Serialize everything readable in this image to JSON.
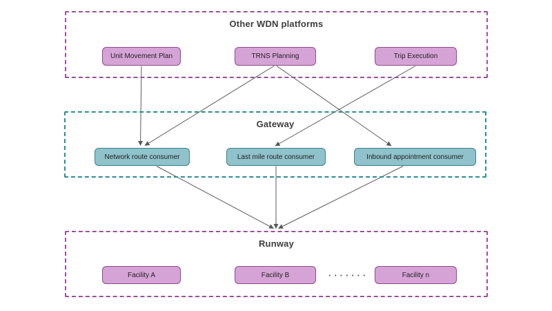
{
  "diagram": {
    "panels": [
      {
        "id": "other-wdn-platforms",
        "title": "Other WDN platforms"
      },
      {
        "id": "gateway",
        "title": "Gateway"
      },
      {
        "id": "runway",
        "title": "Runway"
      }
    ],
    "nodes": {
      "unit_movement_plan": {
        "label": "Unit Movement Plan"
      },
      "trns_planning": {
        "label": "TRNS Planning"
      },
      "trip_execution": {
        "label": "Trip Execution"
      },
      "network_route_consumer": {
        "label": "Network route consumer"
      },
      "last_mile_route_consumer": {
        "label": "Last mile route consumer"
      },
      "inbound_appointment_consumer": {
        "label": "Inbound appointment consumer"
      },
      "facility_a": {
        "label": "Facility A"
      },
      "facility_b": {
        "label": "Facility B"
      },
      "facility_n": {
        "label": "Facility n"
      }
    },
    "ellipsis_label": "·······",
    "edges": [
      {
        "from": "Unit Movement Plan",
        "to": "Network route consumer"
      },
      {
        "from": "TRNS Planning",
        "to": "Network route consumer"
      },
      {
        "from": "TRNS Planning",
        "to": "Inbound appointment consumer"
      },
      {
        "from": "Trip Execution",
        "to": "Last mile route consumer"
      },
      {
        "from": "Network route consumer",
        "to": "Runway"
      },
      {
        "from": "Last mile route consumer",
        "to": "Runway"
      },
      {
        "from": "Inbound appointment consumer",
        "to": "Runway"
      }
    ],
    "colors": {
      "background": "#ffffff",
      "purple_fill": "#d6a3d6",
      "purple_border": "#8a4a8d",
      "purple_dash": "#9c4e9d",
      "teal_fill": "#8fc2cb",
      "teal_border": "#3b7f8c",
      "teal_dash": "#2e8b98",
      "arrow": "#595959",
      "node_text": "#1f1f1f",
      "title_text": "#3d3d3d"
    }
  }
}
